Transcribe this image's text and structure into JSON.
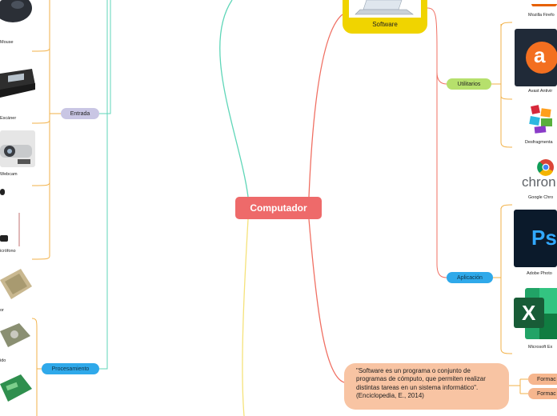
{
  "center": {
    "label": "Computador"
  },
  "software": {
    "label": "Software"
  },
  "categories": {
    "entrada": "Entrada",
    "procesamiento": "Procesamiento",
    "utilitarios": "Utilitarios",
    "aplicacion": "Aplicación"
  },
  "hardware_captions": {
    "mouse": "Mouse",
    "escaner": "Escáner",
    "webcam": "Webcam",
    "microfono": "icrófono",
    "procesador": "or",
    "disco": "ido"
  },
  "software_captions": {
    "firefox": "Mozilla Firefo",
    "avast": "Avast Antivir",
    "defrag": "Desfragmenta",
    "chrome": "Google Chro",
    "photoshop": "Adobe Photo",
    "excel": "Microsoft Ex"
  },
  "logos": {
    "avast_text": "a",
    "chrome_text": "chron",
    "photoshop_text": "Ps",
    "excel_text": "X"
  },
  "quote": {
    "text": "\"Software es un programa o conjunto de programas de cómputo, que permiten realizar distintas tareas en un sistema informático\". (Enciclopedia, E., 2014)"
  },
  "formats": [
    "Formac",
    "Formac"
  ],
  "colors": {
    "center": "#ee6a6a",
    "entrada": "#c9c6e4",
    "procesamiento": "#2fa9ea",
    "utilitarios": "#b6e06c",
    "aplicacion": "#2fa9ea",
    "software_frame": "#f0d400",
    "quote": "#f8c4a3",
    "branch_left_upper": "#5fd6b8",
    "branch_left_lower": "#f5e27a",
    "branch_right": "#f06f62"
  }
}
